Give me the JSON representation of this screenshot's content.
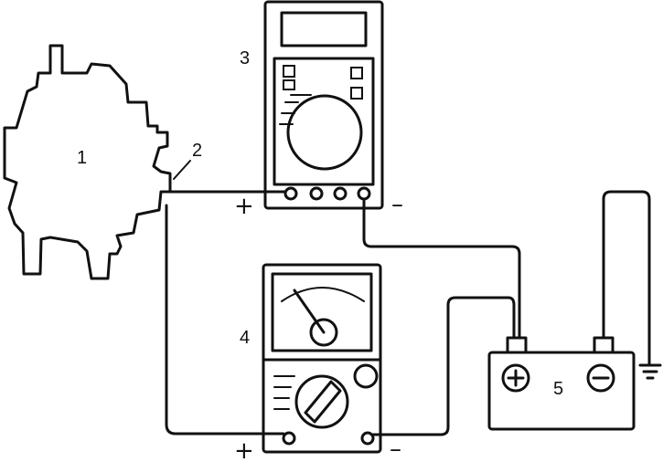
{
  "labels": {
    "generator": "1",
    "terminal": "2",
    "digital_multimeter": "3",
    "analog_multimeter": "4",
    "battery": "5"
  },
  "signs": {
    "dmm_plus": "+",
    "dmm_minus": "–",
    "analog_plus": "+",
    "analog_minus": "–",
    "battery_plus": "+",
    "battery_minus": "–"
  }
}
